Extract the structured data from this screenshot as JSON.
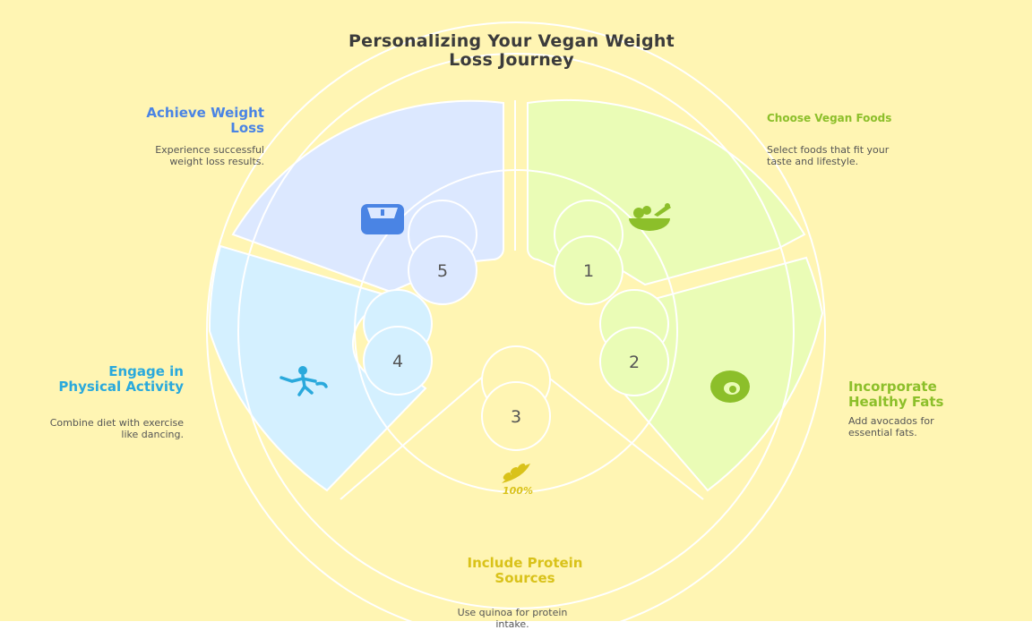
{
  "title": "Personalizing Your Vegan Weight Loss Journey",
  "colors": {
    "background": "#fff5b3",
    "green_label": "#8cbf2a",
    "green_fill": "#eafcb6",
    "yellow_label": "#d9c21a",
    "yellow_fill": "#fff5b3",
    "cyan_label": "#2aa9dc",
    "cyan_fill": "#d4f0ff",
    "blue_label": "#4a84e4",
    "blue_fill": "#dce8ff"
  },
  "steps": [
    {
      "number": "1",
      "title": "Choose Vegan Foods",
      "description": "Select foods that fit your taste and lifestyle.",
      "icon": "vegetable-bowl-icon"
    },
    {
      "number": "2",
      "title": "Incorporate Healthy Fats",
      "description": "Add avocados for essential fats.",
      "icon": "avocado-icon"
    },
    {
      "number": "3",
      "title": "Include Protein Sources",
      "description": "Use quinoa for protein intake.",
      "icon": "grain-100-percent-icon",
      "icon_text": "100%"
    },
    {
      "number": "4",
      "title": "Engage in Physical Activity",
      "description": "Combine diet with exercise like dancing.",
      "icon": "dancing-person-icon"
    },
    {
      "number": "5",
      "title": "Achieve Weight Loss",
      "description": "Experience successful weight loss results.",
      "icon": "weighing-scale-icon"
    }
  ]
}
